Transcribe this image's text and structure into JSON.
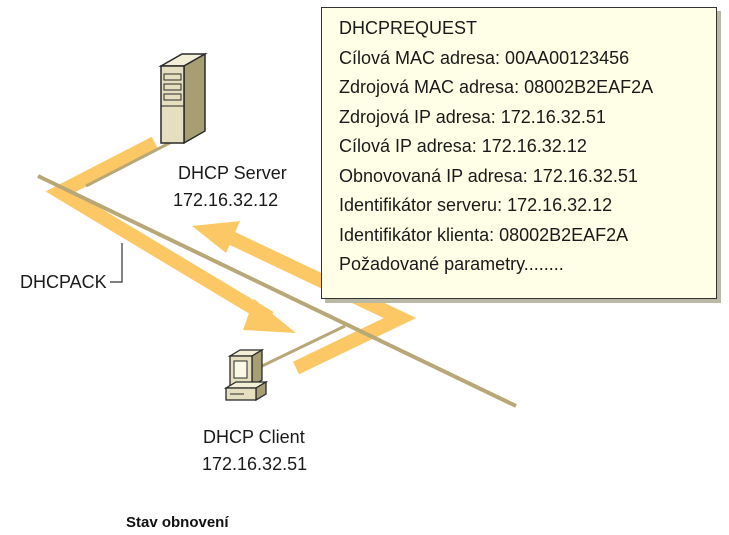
{
  "colors": {
    "arrow_fill": "#fcc866",
    "network_line": "#b8a878",
    "box_background": "#fffee6",
    "box_border": "#333333"
  },
  "server": {
    "name": "DHCP Server",
    "ip": "172.16.32.12",
    "icon": "server-tower-icon"
  },
  "client": {
    "name": "DHCP Client",
    "ip": "172.16.32.51",
    "icon": "desktop-computer-icon"
  },
  "ack_label": "DHCPACK",
  "request_packet": {
    "lines": [
      "DHCPREQUEST",
      "Cílová MAC adresa: 00AA00123456",
      "Zdrojová MAC adresa: 08002B2EAF2A",
      "Zdrojová IP adresa: 172.16.32.51",
      "Cílová IP adresa: 172.16.32.12",
      "Obnovovaná IP adresa: 172.16.32.51",
      "Identifikátor serveru: 172.16.32.12",
      "Identifikátor klienta: 08002B2EAF2A",
      "Požadované parametry........"
    ]
  },
  "caption": "Stav obnovení"
}
